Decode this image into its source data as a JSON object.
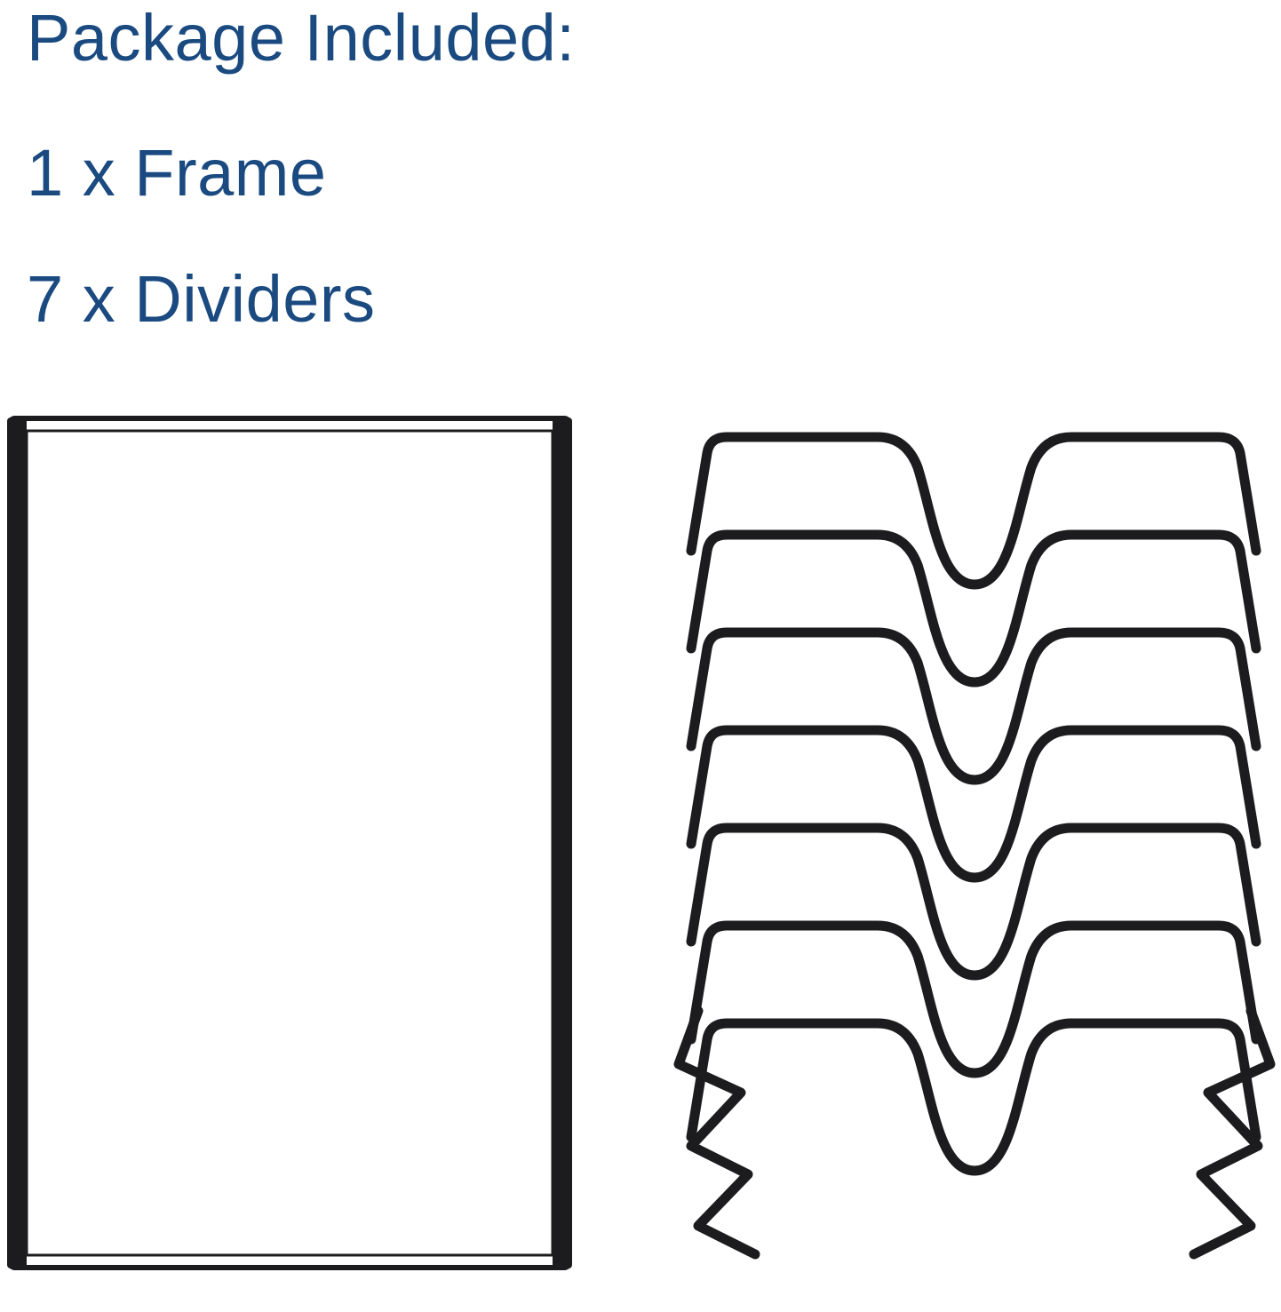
{
  "content": {
    "heading": "Package Included:",
    "items": [
      "1 x Frame",
      "7 x Dividers"
    ]
  },
  "illustrations": {
    "frame": "black-metal-frame",
    "dividers": "stack-of-7-black-wire-dividers",
    "divider_count": 7,
    "frame_count": 1
  },
  "colors": {
    "heading_text": "#1a4a80",
    "wire": "#1c1c1e",
    "background": "#ffffff"
  }
}
